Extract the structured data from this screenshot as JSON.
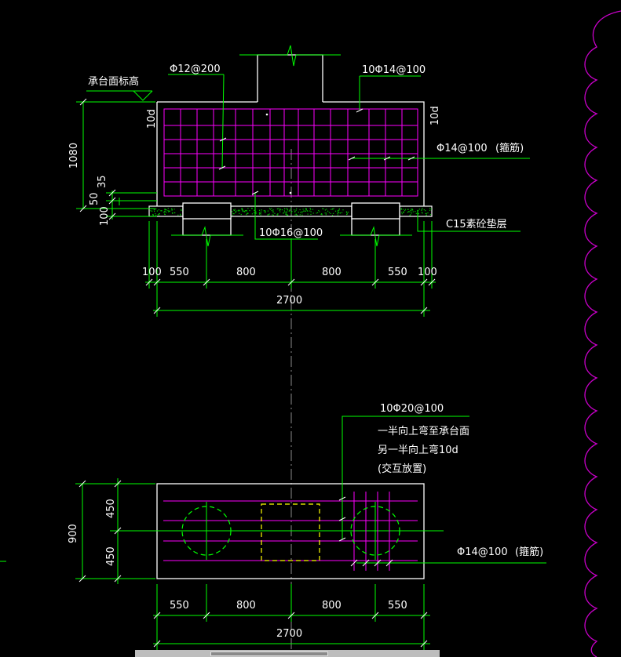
{
  "colors": {
    "background": "#000000",
    "outline": "#ffffff",
    "dimension": "#00ff00",
    "rebar": "#ff00ff",
    "centerline": "#888888",
    "cloud": "#cc00cc",
    "text": "#ffffff"
  },
  "elevation": {
    "label_cap_top": "承台面标高",
    "bar_top": "Φ12@200",
    "bar_side": "10Φ14@100",
    "stirrup": "Φ14@100",
    "stirrup_note": "(箍筋)",
    "bar_bottom": "10Φ16@100",
    "cushion": "C15素砼垫层",
    "anchor_left": "10d",
    "anchor_right": "10d",
    "dim_height": "1080",
    "dim_35": "35",
    "dim_50": "50",
    "dim_100": "100",
    "dims_horizontal": [
      "100",
      "550",
      "800",
      "800",
      "550",
      "100"
    ],
    "dim_total": "2700"
  },
  "plan": {
    "bar_main": "10Φ20@100",
    "note_line1": "一半向上弯至承台面",
    "note_line2": "另一半向上弯10d",
    "note_line3": "(交互放置)",
    "stirrup": "Φ14@100",
    "stirrup_note": "(箍筋)",
    "dim_total_v": "900",
    "dim_top": "450",
    "dim_bottom": "450",
    "dims_horizontal": [
      "550",
      "800",
      "800",
      "550"
    ],
    "dim_total": "2700"
  }
}
